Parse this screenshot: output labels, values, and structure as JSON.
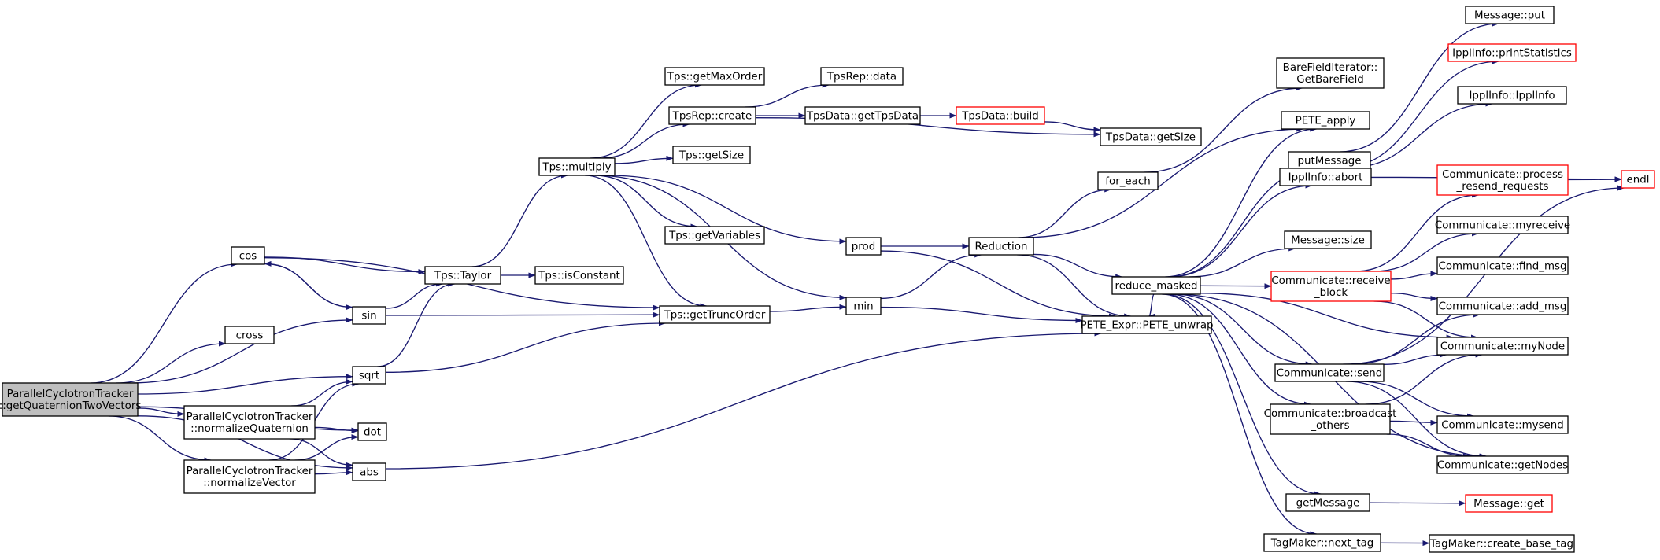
{
  "colors": {
    "edge": "#191970",
    "root_fill": "#bfbfbf",
    "node_fill": "#ffffff",
    "node_border": "#000000",
    "truncated_border": "#ff0000"
  },
  "nodes": [
    {
      "id": "root",
      "lines": [
        "ParallelCyclotronTracker",
        "::getQuaternionTwoVectors"
      ],
      "style": "root"
    },
    {
      "id": "cos",
      "lines": [
        "cos"
      ],
      "style": "normal"
    },
    {
      "id": "cross",
      "lines": [
        "cross"
      ],
      "style": "normal"
    },
    {
      "id": "sin",
      "lines": [
        "sin"
      ],
      "style": "normal"
    },
    {
      "id": "sqrt",
      "lines": [
        "sqrt"
      ],
      "style": "normal"
    },
    {
      "id": "normQ",
      "lines": [
        "ParallelCyclotronTracker",
        "::normalizeQuaternion"
      ],
      "style": "normal"
    },
    {
      "id": "normV",
      "lines": [
        "ParallelCyclotronTracker",
        "::normalizeVector"
      ],
      "style": "normal"
    },
    {
      "id": "dot",
      "lines": [
        "dot"
      ],
      "style": "normal"
    },
    {
      "id": "abs",
      "lines": [
        "abs"
      ],
      "style": "normal"
    },
    {
      "id": "taylor",
      "lines": [
        "Tps::Taylor"
      ],
      "style": "normal"
    },
    {
      "id": "multiply",
      "lines": [
        "Tps::multiply"
      ],
      "style": "normal"
    },
    {
      "id": "isConstant",
      "lines": [
        "Tps::isConstant"
      ],
      "style": "normal"
    },
    {
      "id": "getMaxOrder",
      "lines": [
        "Tps::getMaxOrder"
      ],
      "style": "normal"
    },
    {
      "id": "tpsrepCreate",
      "lines": [
        "TpsRep::create"
      ],
      "style": "normal"
    },
    {
      "id": "tpsGetSize",
      "lines": [
        "Tps::getSize"
      ],
      "style": "normal"
    },
    {
      "id": "getVariables",
      "lines": [
        "Tps::getVariables"
      ],
      "style": "normal"
    },
    {
      "id": "getTruncOrder",
      "lines": [
        "Tps::getTruncOrder"
      ],
      "style": "normal"
    },
    {
      "id": "tpsrepData",
      "lines": [
        "TpsRep::data"
      ],
      "style": "normal"
    },
    {
      "id": "getTpsData",
      "lines": [
        "TpsData::getTpsData"
      ],
      "style": "normal"
    },
    {
      "id": "tpsdataBuild",
      "lines": [
        "TpsData::build"
      ],
      "style": "truncated"
    },
    {
      "id": "tpsdataGetSize",
      "lines": [
        "TpsData::getSize"
      ],
      "style": "normal"
    },
    {
      "id": "prod",
      "lines": [
        "prod"
      ],
      "style": "normal"
    },
    {
      "id": "min",
      "lines": [
        "min"
      ],
      "style": "normal"
    },
    {
      "id": "reduction",
      "lines": [
        "Reduction"
      ],
      "style": "normal"
    },
    {
      "id": "foreach",
      "lines": [
        "for_each"
      ],
      "style": "normal"
    },
    {
      "id": "bfi",
      "lines": [
        "BareFieldIterator::",
        "GetBareField"
      ],
      "style": "normal"
    },
    {
      "id": "peteApply",
      "lines": [
        "PETE_apply"
      ],
      "style": "normal"
    },
    {
      "id": "peteUnwrap",
      "lines": [
        "PETE_Expr::PETE_unwrap"
      ],
      "style": "normal"
    },
    {
      "id": "reduceMasked",
      "lines": [
        "reduce_masked"
      ],
      "style": "normal"
    },
    {
      "id": "putMessage",
      "lines": [
        "putMessage"
      ],
      "style": "normal"
    },
    {
      "id": "ipplAbort",
      "lines": [
        "IpplInfo::abort"
      ],
      "style": "normal"
    },
    {
      "id": "messageSize",
      "lines": [
        "Message::size"
      ],
      "style": "normal"
    },
    {
      "id": "receiveBlock",
      "lines": [
        "Communicate::receive",
        "_block"
      ],
      "style": "truncated"
    },
    {
      "id": "send",
      "lines": [
        "Communicate::send"
      ],
      "style": "normal"
    },
    {
      "id": "broadcast",
      "lines": [
        "Communicate::broadcast",
        "_others"
      ],
      "style": "normal"
    },
    {
      "id": "getMessage",
      "lines": [
        "getMessage"
      ],
      "style": "normal"
    },
    {
      "id": "nextTag",
      "lines": [
        "TagMaker::next_tag"
      ],
      "style": "normal"
    },
    {
      "id": "messagePut",
      "lines": [
        "Message::put"
      ],
      "style": "normal"
    },
    {
      "id": "printStats",
      "lines": [
        "IpplInfo::printStatistics"
      ],
      "style": "truncated"
    },
    {
      "id": "ipplInfo",
      "lines": [
        "IpplInfo::IpplInfo"
      ],
      "style": "normal"
    },
    {
      "id": "processResend",
      "lines": [
        "Communicate::process",
        "_resend_requests"
      ],
      "style": "truncated"
    },
    {
      "id": "myreceive",
      "lines": [
        "Communicate::myreceive"
      ],
      "style": "normal"
    },
    {
      "id": "findMsg",
      "lines": [
        "Communicate::find_msg"
      ],
      "style": "normal"
    },
    {
      "id": "addMsg",
      "lines": [
        "Communicate::add_msg"
      ],
      "style": "normal"
    },
    {
      "id": "myNode",
      "lines": [
        "Communicate::myNode"
      ],
      "style": "normal"
    },
    {
      "id": "mysend",
      "lines": [
        "Communicate::mysend"
      ],
      "style": "normal"
    },
    {
      "id": "getNodes",
      "lines": [
        "Communicate::getNodes"
      ],
      "style": "normal"
    },
    {
      "id": "messageGet",
      "lines": [
        "Message::get"
      ],
      "style": "truncated"
    },
    {
      "id": "createBaseTag",
      "lines": [
        "TagMaker::create_base_tag"
      ],
      "style": "normal"
    },
    {
      "id": "endl",
      "lines": [
        "endl"
      ],
      "style": "truncated"
    }
  ],
  "edges": [
    [
      "root",
      "cos"
    ],
    [
      "root",
      "cross"
    ],
    [
      "root",
      "sin"
    ],
    [
      "root",
      "sqrt"
    ],
    [
      "root",
      "normQ"
    ],
    [
      "root",
      "normV"
    ],
    [
      "root",
      "dot"
    ],
    [
      "root",
      "abs"
    ],
    [
      "cos",
      "taylor"
    ],
    [
      "cos",
      "sin"
    ],
    [
      "cos",
      "getTruncOrder"
    ],
    [
      "sin",
      "cos"
    ],
    [
      "sin",
      "taylor"
    ],
    [
      "sin",
      "getTruncOrder"
    ],
    [
      "sqrt",
      "taylor"
    ],
    [
      "sqrt",
      "getTruncOrder"
    ],
    [
      "normQ",
      "sqrt"
    ],
    [
      "normQ",
      "dot"
    ],
    [
      "normQ",
      "abs"
    ],
    [
      "normV",
      "sqrt"
    ],
    [
      "normV",
      "dot"
    ],
    [
      "normV",
      "abs"
    ],
    [
      "abs",
      "peteUnwrap"
    ],
    [
      "taylor",
      "multiply"
    ],
    [
      "taylor",
      "isConstant"
    ],
    [
      "multiply",
      "getMaxOrder"
    ],
    [
      "multiply",
      "tpsrepCreate"
    ],
    [
      "multiply",
      "tpsGetSize"
    ],
    [
      "multiply",
      "getVariables"
    ],
    [
      "multiply",
      "getTruncOrder"
    ],
    [
      "multiply",
      "prod"
    ],
    [
      "multiply",
      "min"
    ],
    [
      "tpsrepCreate",
      "tpsrepData"
    ],
    [
      "tpsrepCreate",
      "getTpsData"
    ],
    [
      "tpsrepCreate",
      "tpsdataGetSize"
    ],
    [
      "getTpsData",
      "tpsdataBuild"
    ],
    [
      "tpsdataBuild",
      "tpsdataGetSize"
    ],
    [
      "getTruncOrder",
      "min"
    ],
    [
      "prod",
      "reduction"
    ],
    [
      "prod",
      "peteUnwrap"
    ],
    [
      "min",
      "reduction"
    ],
    [
      "min",
      "peteUnwrap"
    ],
    [
      "reduction",
      "foreach"
    ],
    [
      "reduction",
      "peteApply"
    ],
    [
      "reduction",
      "peteUnwrap"
    ],
    [
      "reduction",
      "reduceMasked"
    ],
    [
      "foreach",
      "bfi"
    ],
    [
      "reduceMasked",
      "peteApply"
    ],
    [
      "reduceMasked",
      "putMessage"
    ],
    [
      "reduceMasked",
      "ipplAbort"
    ],
    [
      "reduceMasked",
      "messageSize"
    ],
    [
      "reduceMasked",
      "receiveBlock"
    ],
    [
      "reduceMasked",
      "send"
    ],
    [
      "reduceMasked",
      "broadcast"
    ],
    [
      "reduceMasked",
      "getMessage"
    ],
    [
      "reduceMasked",
      "nextTag"
    ],
    [
      "reduceMasked",
      "myNode"
    ],
    [
      "reduceMasked",
      "getNodes"
    ],
    [
      "reduceMasked",
      "peteUnwrap"
    ],
    [
      "putMessage",
      "messagePut"
    ],
    [
      "ipplAbort",
      "printStats"
    ],
    [
      "ipplAbort",
      "ipplInfo"
    ],
    [
      "ipplAbort",
      "endl"
    ],
    [
      "receiveBlock",
      "processResend"
    ],
    [
      "receiveBlock",
      "myreceive"
    ],
    [
      "receiveBlock",
      "findMsg"
    ],
    [
      "receiveBlock",
      "addMsg"
    ],
    [
      "receiveBlock",
      "myNode"
    ],
    [
      "processResend",
      "endl"
    ],
    [
      "send",
      "addMsg"
    ],
    [
      "send",
      "myNode"
    ],
    [
      "send",
      "mysend"
    ],
    [
      "send",
      "getNodes"
    ],
    [
      "send",
      "endl"
    ],
    [
      "broadcast",
      "myNode"
    ],
    [
      "broadcast",
      "mysend"
    ],
    [
      "broadcast",
      "getNodes"
    ],
    [
      "getMessage",
      "messageGet"
    ],
    [
      "nextTag",
      "createBaseTag"
    ]
  ]
}
